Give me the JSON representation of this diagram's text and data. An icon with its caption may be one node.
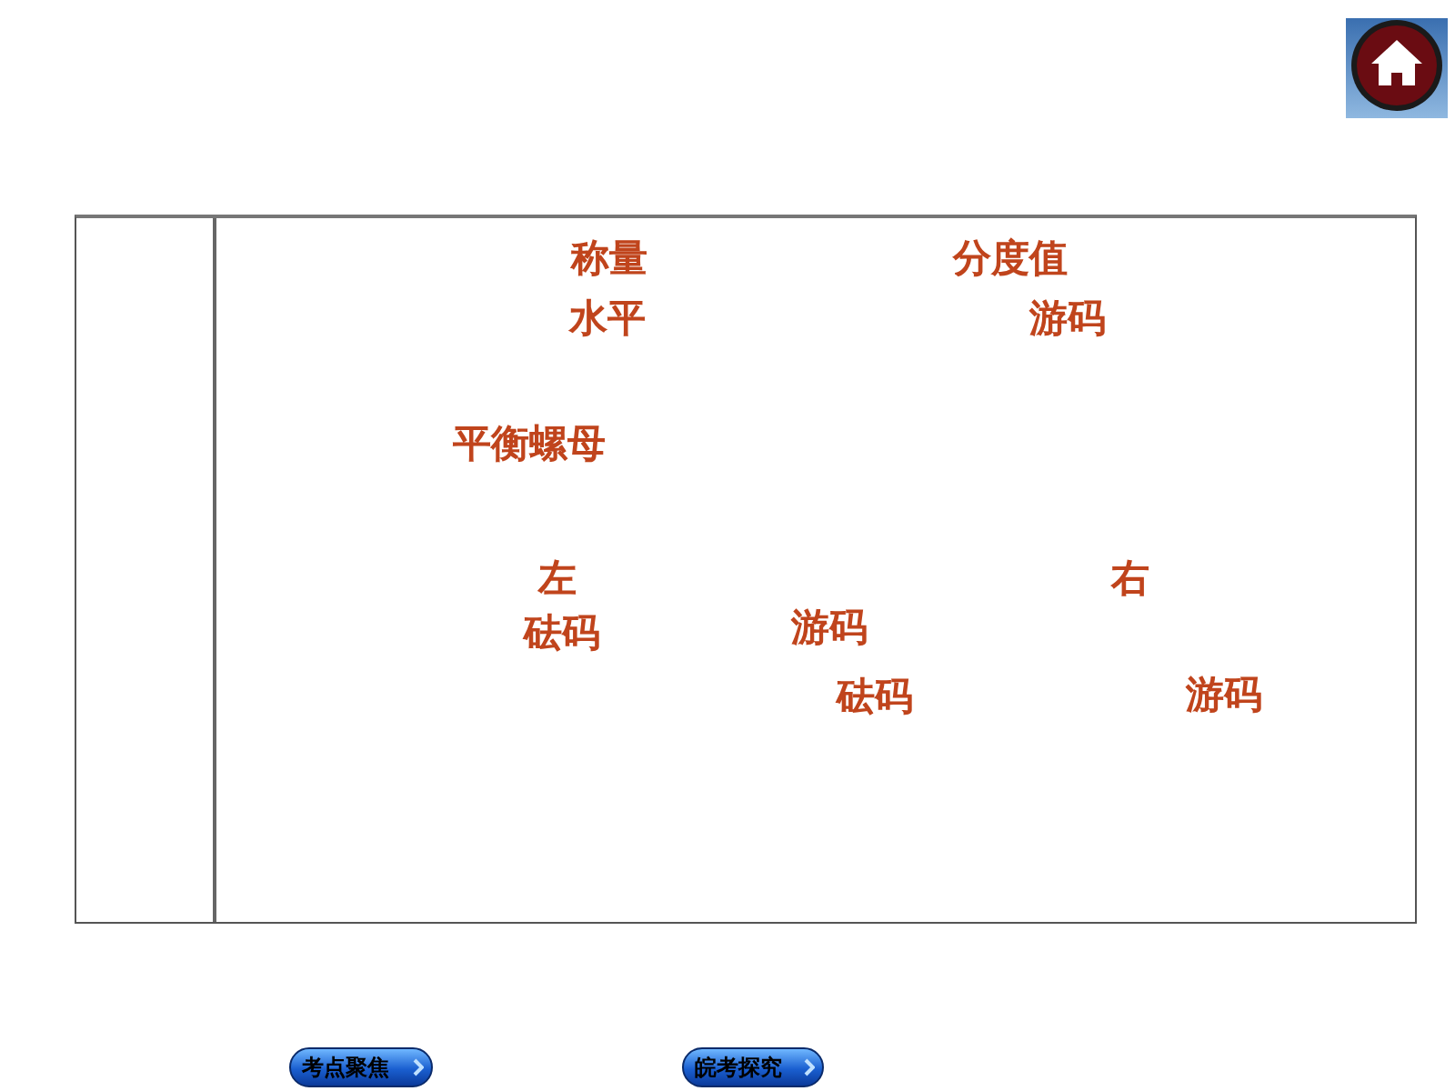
{
  "diagram": {
    "labels": [
      "称量",
      "分度值",
      "水平",
      "游码",
      "平衡螺母",
      "左",
      "右",
      "砝码",
      "游码",
      "砝码",
      "游码",
      "考点聚焦",
      "皖考探究"
    ]
  }
}
